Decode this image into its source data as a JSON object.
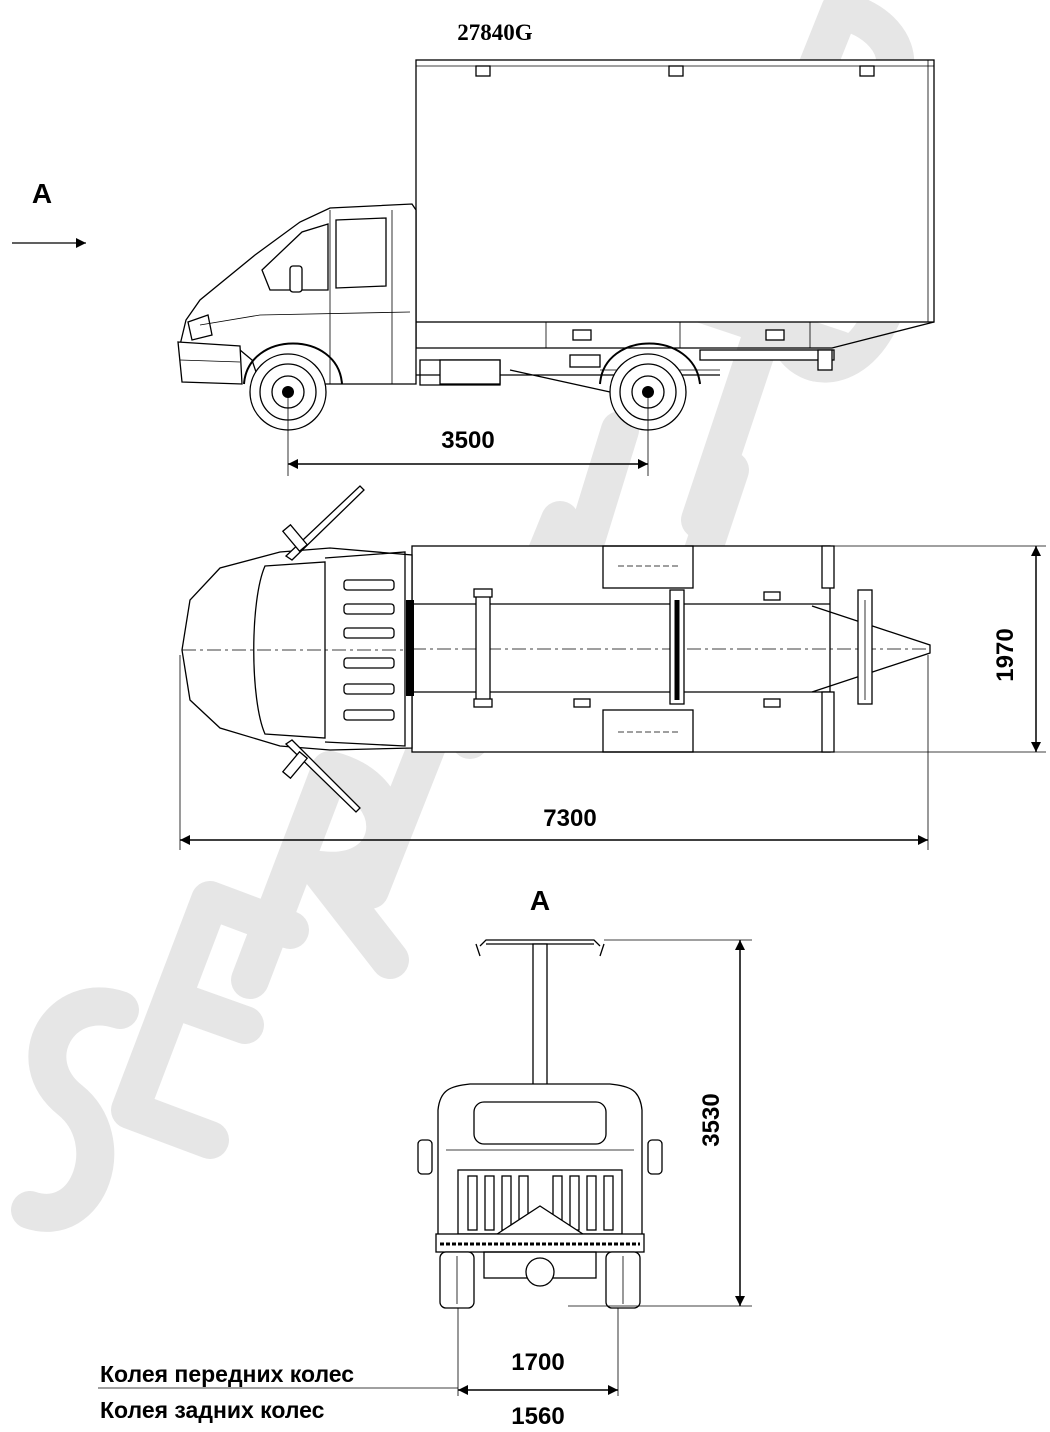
{
  "model": "27840G",
  "view_marker": "A",
  "view_title": "A",
  "dimensions": {
    "wheelbase": "3500",
    "width": "1970",
    "length": "7300",
    "height": "3530",
    "front_track": "1700",
    "rear_track": "1560"
  },
  "labels": {
    "front_track": "Колея передних колес",
    "rear_track": "Колея задних колес"
  },
  "watermark": "SERTAUTO.RU"
}
